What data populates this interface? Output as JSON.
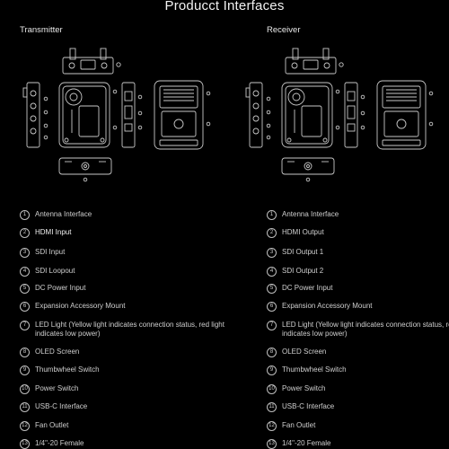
{
  "page": {
    "title": "Producct Interfaces"
  },
  "transmitter": {
    "title": "Transmitter",
    "items": [
      {
        "num": "1",
        "label": "Antenna Interface"
      },
      {
        "num": "2",
        "label": "HDMI Input"
      },
      {
        "num": "3",
        "label": "SDI Input"
      },
      {
        "num": "4",
        "label": "SDI Loopout"
      },
      {
        "num": "5",
        "label": "DC Power Input"
      },
      {
        "num": "6",
        "label": "Expansion Accessory Mount"
      },
      {
        "num": "7",
        "label": "LED Light (Yellow light indicates connection status, red light indicates low power)"
      },
      {
        "num": "8",
        "label": "OLED Screen"
      },
      {
        "num": "9",
        "label": "Thumbwheel Switch"
      },
      {
        "num": "10",
        "label": "Power Switch"
      },
      {
        "num": "11",
        "label": "USB-C Interface"
      },
      {
        "num": "12",
        "label": "Fan Outlet"
      },
      {
        "num": "13",
        "label": "1/4\"-20 Female"
      }
    ]
  },
  "receiver": {
    "title": "Receiver",
    "items": [
      {
        "num": "1",
        "label": "Antenna Interface"
      },
      {
        "num": "2",
        "label": "HDMI Output"
      },
      {
        "num": "3",
        "label": "SDI Output 1"
      },
      {
        "num": "4",
        "label": "SDI Output 2"
      },
      {
        "num": "5",
        "label": "DC Power Input"
      },
      {
        "num": "6",
        "label": "Expansion Accessory Mount"
      },
      {
        "num": "7",
        "label": "LED Light (Yellow light indicates connection status, red light indicates low power)"
      },
      {
        "num": "8",
        "label": "OLED Screen"
      },
      {
        "num": "9",
        "label": "Thumbwheel Switch"
      },
      {
        "num": "10",
        "label": "Power Switch"
      },
      {
        "num": "11",
        "label": "USB-C Interface"
      },
      {
        "num": "12",
        "label": "Fan Outlet"
      },
      {
        "num": "13",
        "label": "1/4\"-20 Female"
      }
    ]
  },
  "colors": {
    "background": "#000000",
    "text": "#d8d8d8",
    "line_art": "#c8c8c8"
  }
}
